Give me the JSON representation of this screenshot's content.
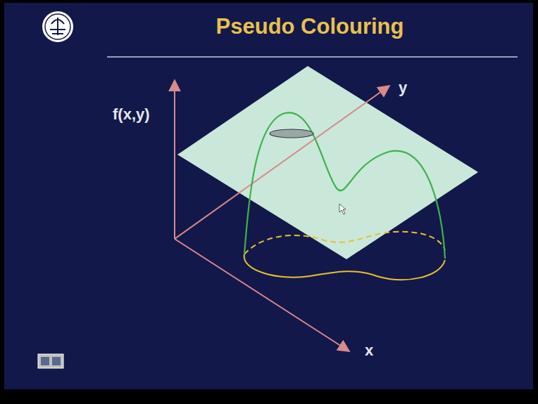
{
  "diagram": {
    "title": "Pseudo Colouring",
    "labels": [
      "f(x,y)",
      "y",
      "x"
    ]
  }
}
